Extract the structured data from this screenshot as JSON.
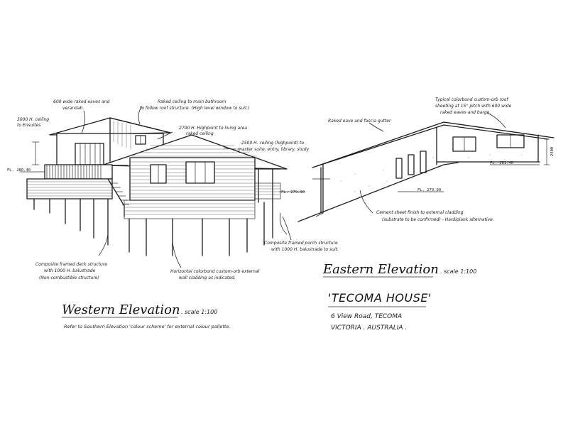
{
  "western": {
    "title": "Western Elevation",
    "scale": ". scale 1:100",
    "reference": "Refer to Southern Elevation 'colour scheme' for external colour pallette.",
    "notes": {
      "eaves": "600 wide raked eaves and",
      "eaves2": "verandah.",
      "ceiling_3000": "3000 H. ceiling",
      "ceiling_3000b": "to Ensuites.",
      "level_main": "FL. 280.40",
      "bathroom1": "Raked ceiling to main bathroom",
      "bathroom2": "to follow roof structure. (High level window to suit.)",
      "living1": "2700 H. Highpoint to living area",
      "living2": "raked ceiling",
      "master1": "2500 H. ceiling (highpoint) to",
      "master2": "master suite, entry, library, study",
      "deck1": "Composite framed deck structure",
      "deck2": "with 1000 H. balustrade",
      "deck3": "(Non-combustible structure)",
      "cladding1": "Horizontal colorbond custom-orb external",
      "cladding2": "wall cladding as indicated.",
      "porch1": "Composite framed porch structure",
      "porch2": "with 1000 H. balustrade to suit."
    }
  },
  "eastern": {
    "title": "Eastern Elevation",
    "scale": ". scale 1:100",
    "notes": {
      "roof1": "Typical colorbond custom-orb roof",
      "roof2": "sheeting at 15° pitch with 600 wide",
      "roof3": "raked eaves and barge.",
      "eave_gutter": "Raked eave and fascia gutter",
      "level_upper": "FL. 281.40",
      "level_mid": "FL. 279.90",
      "level_left": "FL. 279.90",
      "dim": "2400",
      "cement1": "Cement sheet finish to external cladding",
      "cement2": "(substrate to be confirmed) - Hardiplank alternative."
    }
  },
  "project": {
    "name": "'TECOMA HOUSE'",
    "address1": "6 View Road, TECOMA",
    "address2": "VICTORIA . AUSTRALIA ."
  }
}
